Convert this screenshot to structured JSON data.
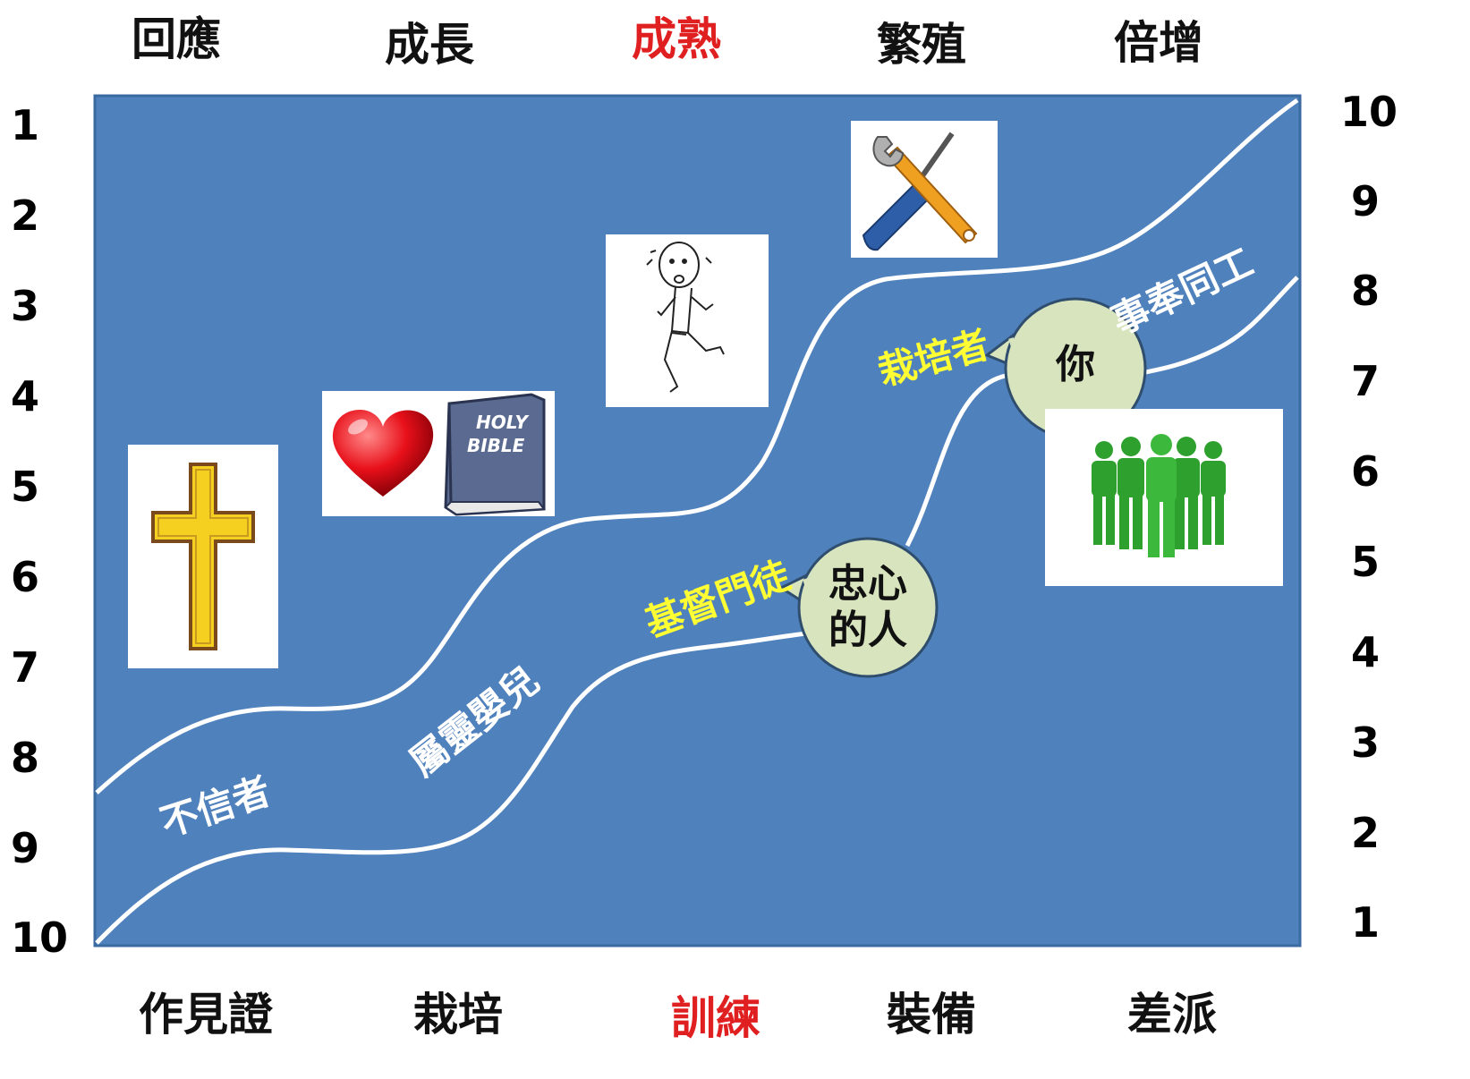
{
  "top_labels": [
    {
      "text": "回應"
    },
    {
      "text": "成長"
    },
    {
      "text": "成熟"
    },
    {
      "text": "繁殖"
    },
    {
      "text": "倍增"
    }
  ],
  "bottom_labels": [
    {
      "text": "作見證"
    },
    {
      "text": "栽培"
    },
    {
      "text": "訓練"
    },
    {
      "text": "裝備"
    },
    {
      "text": "差派"
    }
  ],
  "left_scale": [
    "1",
    "2",
    "3",
    "4",
    "5",
    "6",
    "7",
    "8",
    "9",
    "10"
  ],
  "right_scale": [
    "10",
    "9",
    "8",
    "7",
    "6",
    "5",
    "4",
    "3",
    "2",
    "1"
  ],
  "curve_labels": {
    "unbeliever": "不信者",
    "spiritual_infant": "屬靈嬰兒",
    "disciple": "基督門徒",
    "nurturer": "栽培者",
    "coworker": "事奉同工"
  },
  "bubbles": {
    "faithful": "忠心\n的人",
    "you": "你"
  },
  "bible_text": {
    "line1": "HOLY",
    "line2": "BIBLE"
  },
  "icons": [
    "cross-icon",
    "heart-icon",
    "bible-icon",
    "runner-icon",
    "tools-icon",
    "people-group-icon"
  ],
  "colors": {
    "board": "#4f81bd",
    "board_border": "#3a6aa0",
    "curve": "#ffffff",
    "highlight_red": "#e02020",
    "label_yellow": "#ffff33",
    "bubble_fill": "#d7e4bd",
    "cross": "#f5d020",
    "heart": "#e8101a",
    "people": "#2ea02e"
  }
}
